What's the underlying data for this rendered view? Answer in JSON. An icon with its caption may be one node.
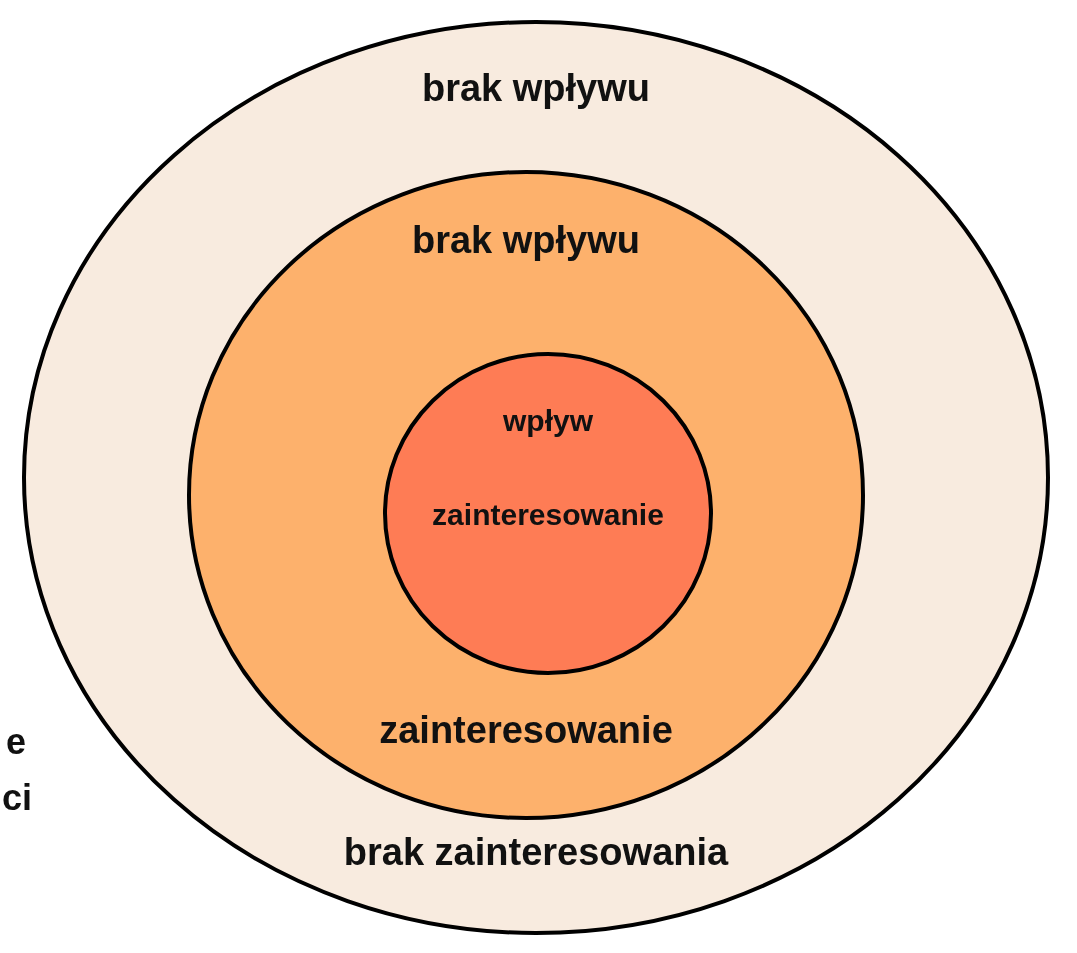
{
  "diagram": {
    "nodes": [
      {
        "text": [
          "brak wpływu",
          "brak zainteresowania"
        ]
      },
      {
        "text": [
          "brak wpływu",
          "zainteresowanie"
        ],
        "in": 0
      },
      {
        "text": [
          "wpływ",
          "zainteresowanie"
        ],
        "in": 1
      }
    ],
    "labels": [
      "e",
      "ci"
    ]
  }
}
